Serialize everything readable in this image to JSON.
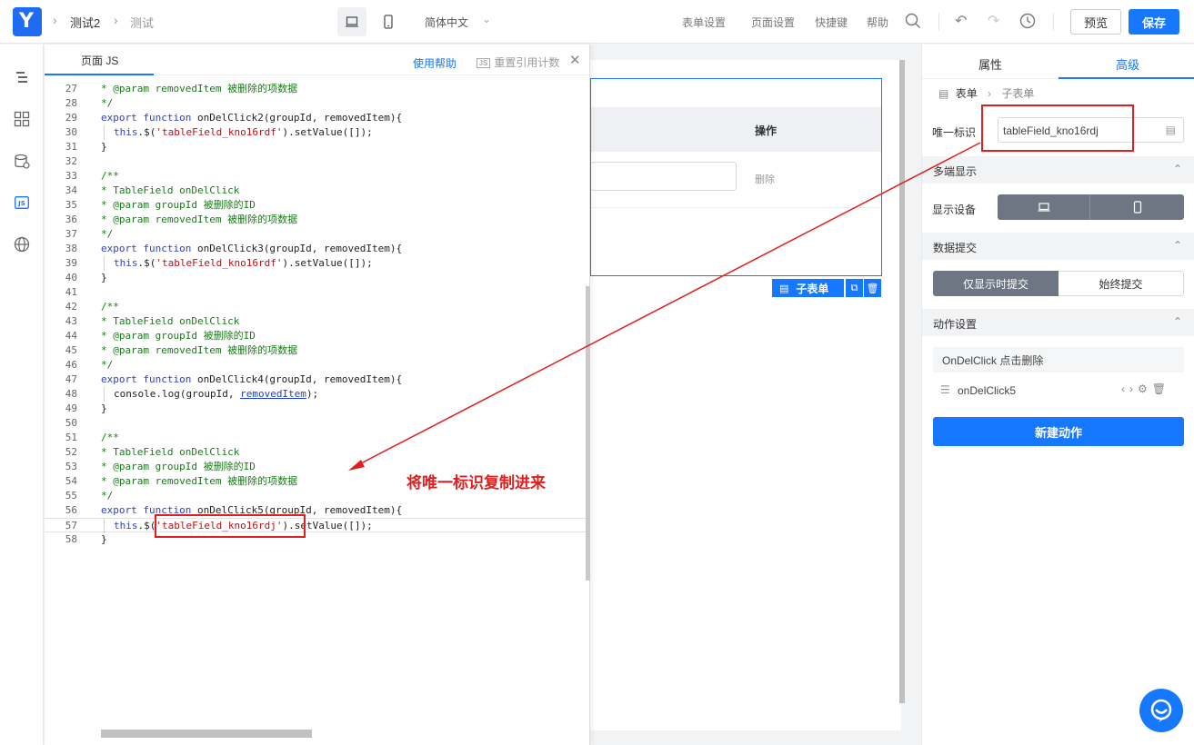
{
  "topbar": {
    "breadcrumb": [
      "测试2",
      "测试"
    ],
    "language": "简体中文",
    "nav": [
      "表单设置",
      "页面设置",
      "快捷键",
      "帮助"
    ],
    "preview": "预览",
    "save": "保存"
  },
  "code_panel": {
    "tab": "页面 JS",
    "help": "使用帮助",
    "reset": "重置引用计数",
    "lines": [
      {
        "n": "27",
        "text": "* @param removedItem 被删除的项数据"
      },
      {
        "n": "28",
        "text": "*/"
      },
      {
        "n": "29",
        "text": "export function onDelClick2(groupId, removedItem){"
      },
      {
        "n": "30",
        "text": "this.$('tableField_kno16rdf').setValue([]);"
      },
      {
        "n": "31",
        "text": "}"
      },
      {
        "n": "32",
        "text": ""
      },
      {
        "n": "33",
        "text": "/**"
      },
      {
        "n": "34",
        "text": "* TableField onDelClick"
      },
      {
        "n": "35",
        "text": "* @param groupId 被删除的ID"
      },
      {
        "n": "36",
        "text": "* @param removedItem 被删除的项数据"
      },
      {
        "n": "37",
        "text": "*/"
      },
      {
        "n": "38",
        "text": "export function onDelClick3(groupId, removedItem){"
      },
      {
        "n": "39",
        "text": "this.$('tableField_kno16rdf').setValue([]);"
      },
      {
        "n": "40",
        "text": "}"
      },
      {
        "n": "41",
        "text": ""
      },
      {
        "n": "42",
        "text": "/**"
      },
      {
        "n": "43",
        "text": "* TableField onDelClick"
      },
      {
        "n": "44",
        "text": "* @param groupId 被删除的ID"
      },
      {
        "n": "45",
        "text": "* @param removedItem 被删除的项数据"
      },
      {
        "n": "46",
        "text": "*/"
      },
      {
        "n": "47",
        "text": "export function onDelClick4(groupId, removedItem){"
      },
      {
        "n": "48",
        "text": "console.log(groupId, removedItem);"
      },
      {
        "n": "49",
        "text": "}"
      },
      {
        "n": "50",
        "text": ""
      },
      {
        "n": "51",
        "text": "/**"
      },
      {
        "n": "52",
        "text": "* TableField onDelClick"
      },
      {
        "n": "53",
        "text": "* @param groupId 被删除的ID"
      },
      {
        "n": "54",
        "text": "* @param removedItem 被删除的项数据"
      },
      {
        "n": "55",
        "text": "*/"
      },
      {
        "n": "56",
        "text": "export function onDelClick5(groupId, removedItem){"
      },
      {
        "n": "57",
        "text": "this.$('tableField_kno16rdj').setValue([]);"
      },
      {
        "n": "58",
        "text": "}"
      }
    ]
  },
  "canvas": {
    "col_op": "操作",
    "delete": "删除",
    "subform_tag": "子表单"
  },
  "right_panel": {
    "tabs": [
      "属性",
      "高级"
    ],
    "breadcrumb_root": "表单",
    "breadcrumb_child": "子表单",
    "unique_id_label": "唯一标识",
    "unique_id_value": "tableField_kno16rdj",
    "section_multi": "多端显示",
    "display_device_label": "显示设备",
    "section_submit": "数据提交",
    "submit_options": [
      "仅显示时提交",
      "始终提交"
    ],
    "section_action": "动作设置",
    "action_event": "OnDelClick 点击删除",
    "action_item": "onDelClick5",
    "new_action": "新建动作"
  },
  "annotation": {
    "text": "将唯一标识复制进来",
    "color": "#e02020"
  },
  "colors": {
    "accent": "#1677ff",
    "annotation": "#e02020"
  }
}
